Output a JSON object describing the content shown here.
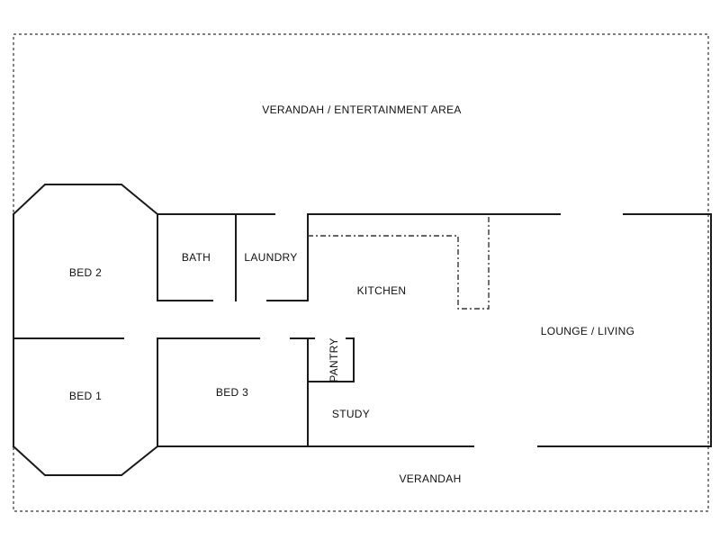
{
  "floor_plan": {
    "labels": {
      "verandah_entertainment": "VERANDAH / ENTERTAINMENT AREA",
      "bed2": "BED 2",
      "bath": "BATH",
      "laundry": "LAUNDRY",
      "kitchen": "KITCHEN",
      "lounge": "LOUNGE / LIVING",
      "bed1": "BED 1",
      "bed3": "BED 3",
      "pantry": "PANTRY",
      "study": "STUDY",
      "verandah": "VERANDAH"
    }
  }
}
